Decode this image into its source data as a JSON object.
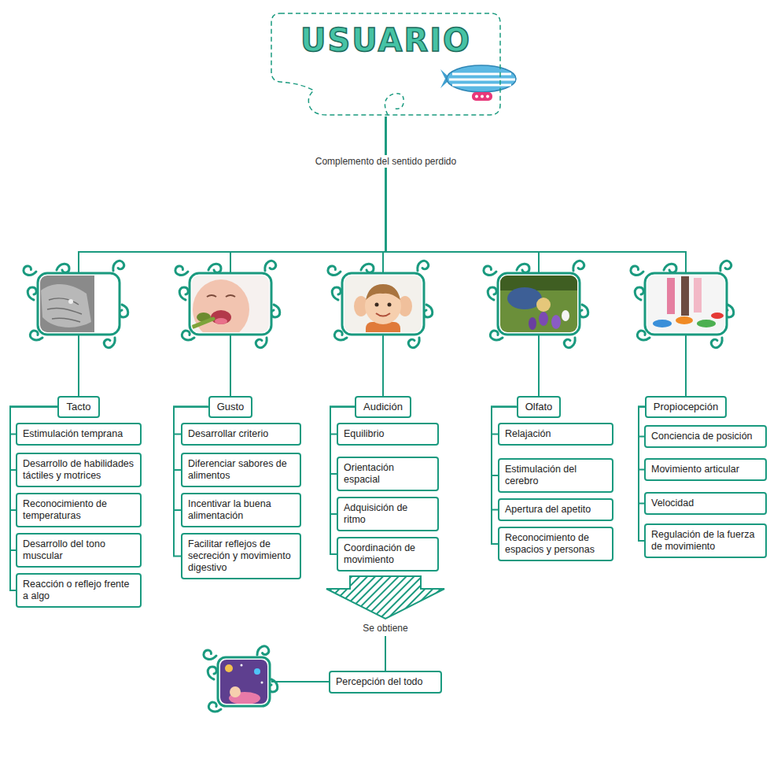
{
  "diagram": {
    "nodes": [
      {
        "text": [
          "USUARIO"
        ]
      },
      {
        "text": [
          "Tacto"
        ]
      },
      {
        "text": [
          "Gusto"
        ]
      },
      {
        "text": [
          "Audición"
        ]
      },
      {
        "text": [
          "Olfato"
        ]
      },
      {
        "text": [
          "Propiocepción"
        ]
      },
      {
        "text": [
          "Estimulación temprana"
        ]
      },
      {
        "text": [
          "Desarrollo de habilidades táctiles y motrices"
        ]
      },
      {
        "text": [
          "Reconocimiento de temperaturas"
        ]
      },
      {
        "text": [
          "Desarrollo del tono muscular"
        ]
      },
      {
        "text": [
          "Reacción o reflejo frente a algo"
        ]
      },
      {
        "text": [
          "Desarrollar criterio"
        ]
      },
      {
        "text": [
          "Diferenciar sabores de alimentos"
        ]
      },
      {
        "text": [
          "Incentivar la buena alimentación"
        ]
      },
      {
        "text": [
          "Facilitar reflejos de secreción y movimiento digestivo"
        ]
      },
      {
        "text": [
          "Equilibrio"
        ]
      },
      {
        "text": [
          "Orientación espacial"
        ]
      },
      {
        "text": [
          "Adquisición de ritmo"
        ]
      },
      {
        "text": [
          "Coordinación de movimiento"
        ]
      },
      {
        "text": [
          "Relajación"
        ]
      },
      {
        "text": [
          "Estimulación del cerebro"
        ]
      },
      {
        "text": [
          "Apertura del apetito"
        ]
      },
      {
        "text": [
          "Reconocimiento de espacios y personas"
        ]
      },
      {
        "text": [
          "Conciencia de posición"
        ]
      },
      {
        "text": [
          "Movimiento articular"
        ]
      },
      {
        "text": [
          "Velocidad"
        ]
      },
      {
        "text": [
          "Regulación de la fuerza de movimiento"
        ]
      },
      {
        "text": [
          "Percepción del todo"
        ]
      }
    ],
    "edges": [
      {
        "from": 0,
        "to": 1,
        "arrow": "none",
        "label": "Complemento del sentido perdido"
      },
      {
        "from": 0,
        "to": 2,
        "arrow": "none"
      },
      {
        "from": 0,
        "to": 3,
        "arrow": "none"
      },
      {
        "from": 0,
        "to": 4,
        "arrow": "none"
      },
      {
        "from": 0,
        "to": 5,
        "arrow": "none"
      },
      {
        "from": 1,
        "to": 6,
        "arrow": "none"
      },
      {
        "from": 1,
        "to": 7,
        "arrow": "none"
      },
      {
        "from": 1,
        "to": 8,
        "arrow": "none"
      },
      {
        "from": 1,
        "to": 9,
        "arrow": "none"
      },
      {
        "from": 1,
        "to": 10,
        "arrow": "none"
      },
      {
        "from": 2,
        "to": 11,
        "arrow": "none"
      },
      {
        "from": 2,
        "to": 12,
        "arrow": "none"
      },
      {
        "from": 2,
        "to": 13,
        "arrow": "none"
      },
      {
        "from": 2,
        "to": 14,
        "arrow": "none"
      },
      {
        "from": 3,
        "to": 15,
        "arrow": "none"
      },
      {
        "from": 3,
        "to": 16,
        "arrow": "none"
      },
      {
        "from": 3,
        "to": 17,
        "arrow": "none"
      },
      {
        "from": 3,
        "to": 18,
        "arrow": "none"
      },
      {
        "from": 4,
        "to": 19,
        "arrow": "none"
      },
      {
        "from": 4,
        "to": 20,
        "arrow": "none"
      },
      {
        "from": 4,
        "to": 21,
        "arrow": "none"
      },
      {
        "from": 4,
        "to": 22,
        "arrow": "none"
      },
      {
        "from": 5,
        "to": 23,
        "arrow": "none"
      },
      {
        "from": 5,
        "to": 24,
        "arrow": "none"
      },
      {
        "from": 5,
        "to": 25,
        "arrow": "none"
      },
      {
        "from": 5,
        "to": 26,
        "arrow": "none"
      }
    ],
    "labels": [
      "Se obtiene"
    ]
  }
}
